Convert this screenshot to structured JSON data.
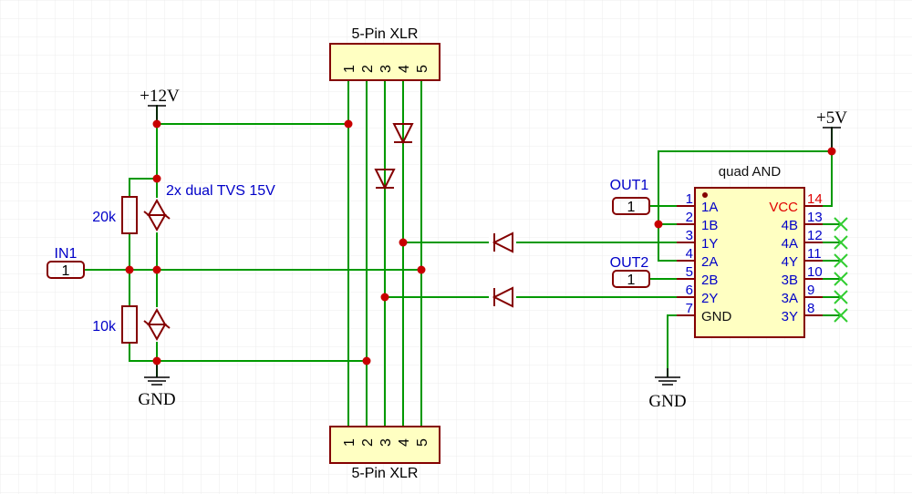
{
  "xlr_top": {
    "label": "5-Pin XLR",
    "pins": [
      "1",
      "2",
      "3",
      "4",
      "5"
    ]
  },
  "xlr_bottom": {
    "label": "5-Pin XLR",
    "pins": [
      "1",
      "2",
      "3",
      "4",
      "5"
    ]
  },
  "power": {
    "v12": "+12V",
    "v5": "+5V",
    "gnd_left": "GND",
    "gnd_right": "GND"
  },
  "resistors": {
    "r1": "20k",
    "r2": "10k"
  },
  "tvs_label": "2x dual TVS 15V",
  "ports": {
    "in1": {
      "name": "IN1",
      "num": "1"
    },
    "out1": {
      "name": "OUT1",
      "num": "1"
    },
    "out2": {
      "name": "OUT2",
      "num": "1"
    }
  },
  "ic": {
    "name": "quad AND",
    "left_pins": [
      {
        "num": "1",
        "name": "1A"
      },
      {
        "num": "2",
        "name": "1B"
      },
      {
        "num": "3",
        "name": "1Y"
      },
      {
        "num": "4",
        "name": "2A"
      },
      {
        "num": "5",
        "name": "2B"
      },
      {
        "num": "6",
        "name": "2Y"
      },
      {
        "num": "7",
        "name": "GND"
      }
    ],
    "right_pins": [
      {
        "num": "14",
        "name": "VCC"
      },
      {
        "num": "13",
        "name": "4B"
      },
      {
        "num": "12",
        "name": "4A"
      },
      {
        "num": "11",
        "name": "4Y"
      },
      {
        "num": "10",
        "name": "3B"
      },
      {
        "num": "9",
        "name": "3A"
      },
      {
        "num": "8",
        "name": "3Y"
      }
    ]
  },
  "colors": {
    "wire": "#009900",
    "component": "#840000",
    "junction": "#c80000",
    "pin_text": "#0000c8",
    "power_pin_text": "#e00000",
    "no_connect": "#32cd32"
  }
}
